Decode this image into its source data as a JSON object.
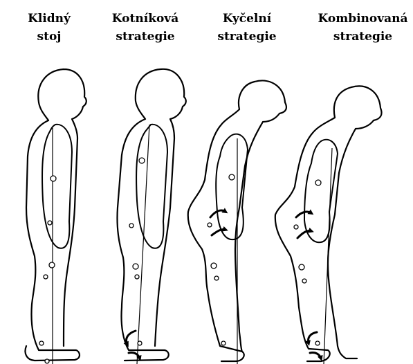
{
  "figures": [
    {
      "line1": "Klidný",
      "line2": "stoj"
    },
    {
      "line1": "Kotníková",
      "line2": "strategie"
    },
    {
      "line1": "Kyčelní",
      "line2": "strategie"
    },
    {
      "line1": "Kombinovaná",
      "line2": "strategie"
    }
  ]
}
